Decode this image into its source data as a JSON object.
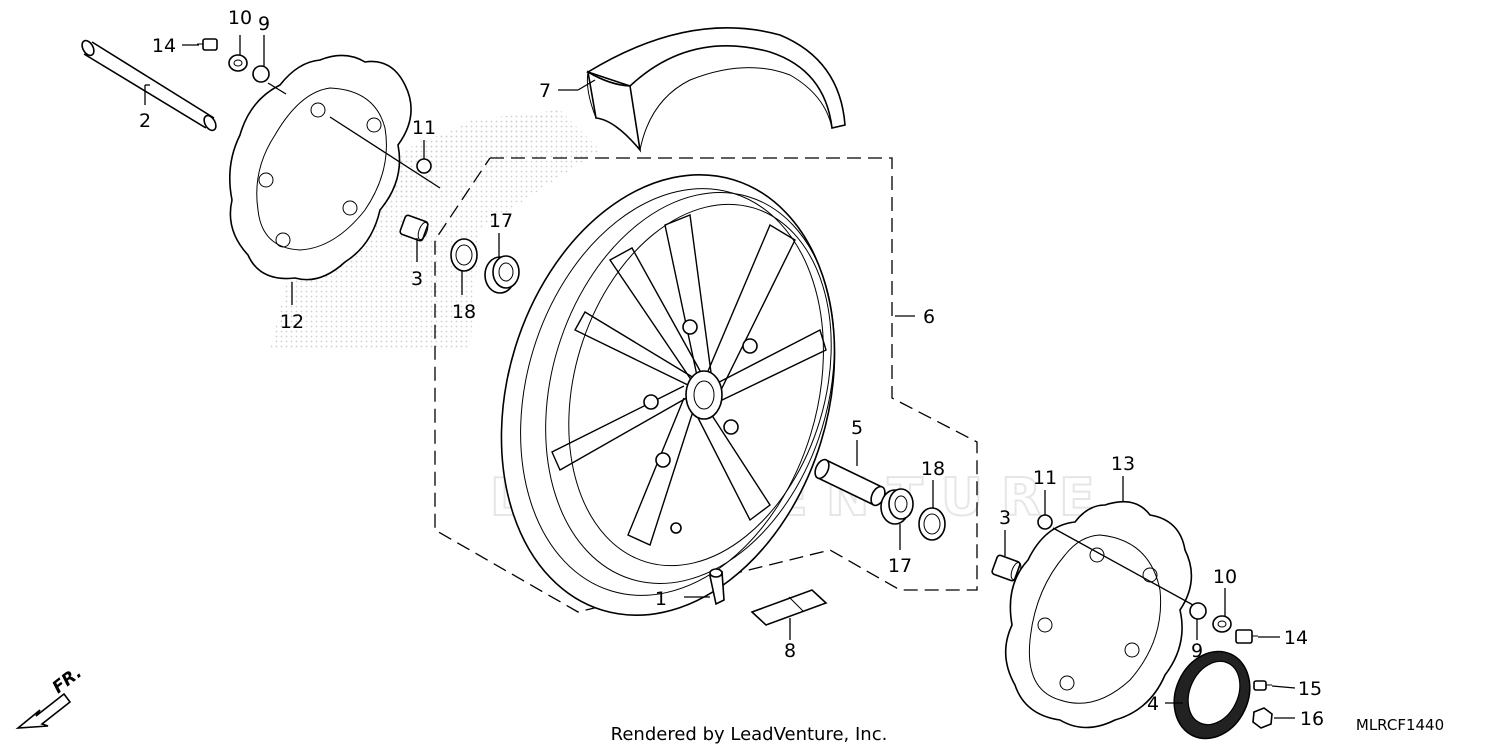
{
  "callouts": [
    {
      "id": "c1",
      "label": "1"
    },
    {
      "id": "c2",
      "label": "2"
    },
    {
      "id": "c3a",
      "label": "3"
    },
    {
      "id": "c3b",
      "label": "3"
    },
    {
      "id": "c4",
      "label": "4"
    },
    {
      "id": "c5",
      "label": "5"
    },
    {
      "id": "c6",
      "label": "6"
    },
    {
      "id": "c7",
      "label": "7"
    },
    {
      "id": "c8",
      "label": "8"
    },
    {
      "id": "c9a",
      "label": "9"
    },
    {
      "id": "c9b",
      "label": "9"
    },
    {
      "id": "c10a",
      "label": "10"
    },
    {
      "id": "c10b",
      "label": "10"
    },
    {
      "id": "c11a",
      "label": "11"
    },
    {
      "id": "c11b",
      "label": "11"
    },
    {
      "id": "c12",
      "label": "12"
    },
    {
      "id": "c13",
      "label": "13"
    },
    {
      "id": "c14a",
      "label": "14"
    },
    {
      "id": "c14b",
      "label": "14"
    },
    {
      "id": "c15",
      "label": "15"
    },
    {
      "id": "c16",
      "label": "16"
    },
    {
      "id": "c17a",
      "label": "17"
    },
    {
      "id": "c17b",
      "label": "17"
    },
    {
      "id": "c18a",
      "label": "18"
    },
    {
      "id": "c18b",
      "label": "18"
    }
  ],
  "direction_label": "FR.",
  "footer": {
    "credit": "Rendered by LeadVenture, Inc.",
    "diagram_code": "MLRCF1440"
  },
  "watermark": "LEADVENTURE",
  "colors": {
    "line": "#000000",
    "background": "#ffffff",
    "watermark": "#e6e6e6"
  }
}
